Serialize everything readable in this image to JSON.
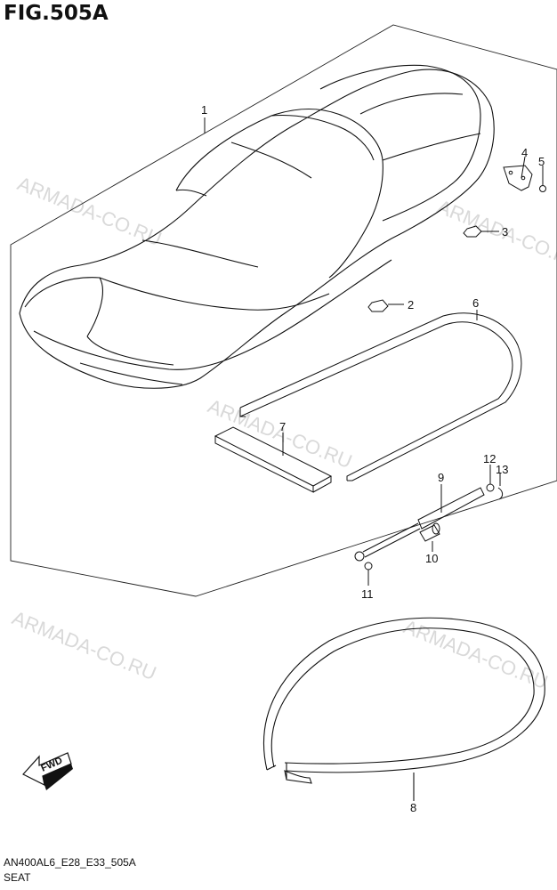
{
  "figure": {
    "title": "FIG.505A",
    "code": "AN400AL6_E28_E33_505A",
    "name": "SEAT"
  },
  "watermarks": [
    "ARMADA-CO.RU",
    "ARMADA-CO.RU",
    "ARMADA-CO.RU",
    "ARMADA-CO.RU",
    "ARMADA-CO.RU"
  ],
  "fwd_label": "FWD",
  "callouts": [
    "1",
    "2",
    "3",
    "4",
    "5",
    "6",
    "7",
    "8",
    "9",
    "10",
    "11",
    "12",
    "13"
  ]
}
